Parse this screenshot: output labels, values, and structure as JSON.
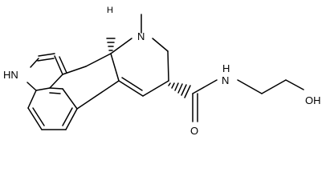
{
  "structure": {
    "atoms": {
      "nh_indole": "HN",
      "n_methyl": "N",
      "stereo_h": "H",
      "amide_nh": "H",
      "amide_n": "N",
      "hydroxyl": "OH",
      "carbonyl_o": "O"
    },
    "colors": {
      "bond": "#000000",
      "label": "#000000",
      "background": "#ffffff"
    }
  }
}
